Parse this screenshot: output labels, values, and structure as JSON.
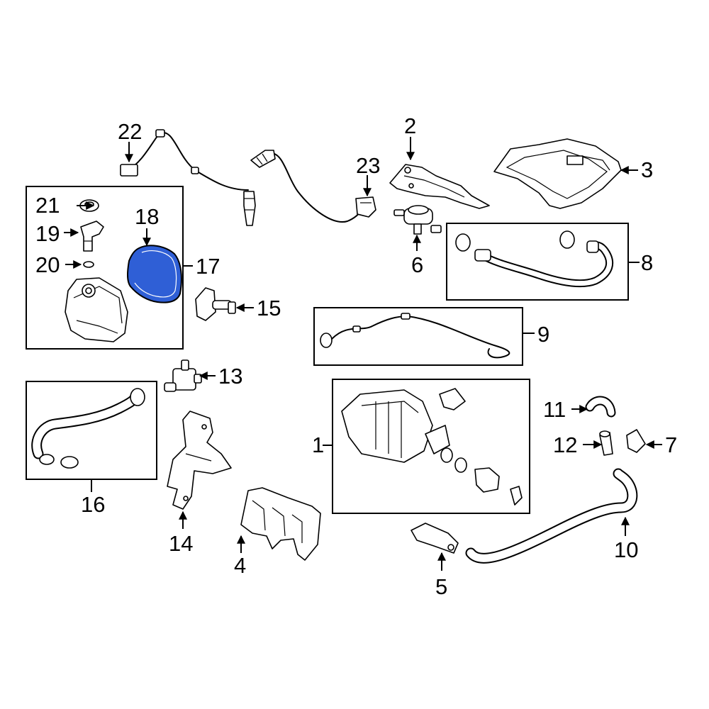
{
  "diagram": {
    "highlight_color": "#2f5fd6",
    "highlighted_part": "18",
    "callouts": [
      "1",
      "2",
      "3",
      "4",
      "5",
      "6",
      "7",
      "8",
      "9",
      "10",
      "11",
      "12",
      "13",
      "14",
      "15",
      "16",
      "17",
      "18",
      "19",
      "20",
      "21",
      "22",
      "23"
    ]
  }
}
